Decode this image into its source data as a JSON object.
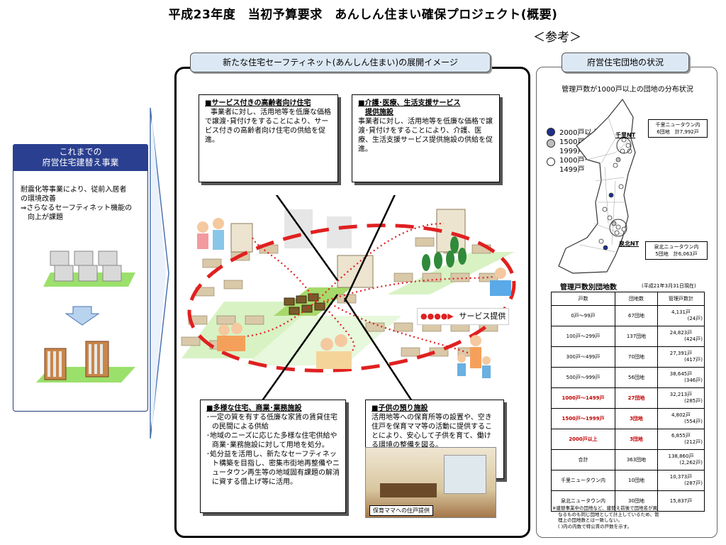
{
  "header": {
    "title": "平成23年度　当初予算要求　あんしん住まい確保プロジェクト(概要)",
    "reference": "＜参考＞"
  },
  "left_panel": {
    "title_line1": "これまでの",
    "title_line2": "府営住宅建替え事業",
    "text_line1": "耐震化等事業により、従前入居者",
    "text_line2": "の環境改善",
    "text_line3": "⇒さらなるセーフティネット機能の",
    "text_line4": "向上が課題"
  },
  "center": {
    "heading": "新たな住宅セーフティネット(あんしん住まい)の展開イメージ",
    "box1": {
      "title": "■サービス付きの高齢者向け住宅",
      "body": "事業者に対し、活用地等を低廉な価格で譲渡･貸付けをすることにより、サービス付きの高齢者向け住宅の供給を促進。"
    },
    "box2": {
      "title_line1": "■介護･医療、生活支援サービス",
      "title_line2": "提供施設",
      "body": "事業者に対し、活用地等を低廉な価格で譲渡･貸付けをすることにより、介護、医療、生活支援サービス提供施設の供給を促進。"
    },
    "box3": {
      "title": "■多様な住宅、商業･業務施設",
      "item1": "･一定の質を有する低廉な家賃の賃貸住宅の民間による供給",
      "item2": "･地域のニーズに応じた多様な住宅供給や商業･業務施設に対して用地を処分。",
      "item3": "･処分益を活用し、新たなセーフティネット構築を目指し、密集市街地再整備やニュータウン再生等の地域固有課題の解消に資する借上げ等に活用。"
    },
    "box4": {
      "title": "■子供の預り施設",
      "body": "活用地等への保育所等の設置や、空き住戸を保育ママ等の活動に提供することにより、安心して子供を育て、働ける環境の整備を図る。"
    },
    "service_legend": "サービス提供",
    "photo_caption": "保育ママへの住戸提供"
  },
  "right": {
    "heading": "府営住宅団地の状況",
    "map_title": "管理戸数が1000戸以上の団地の分布状況",
    "legend": [
      {
        "label": "2000戸以上",
        "color": "#1f2f8a"
      },
      {
        "label": "1500戸～1999戸",
        "color": "#bfbfbf"
      },
      {
        "label": "1000戸～1499戸",
        "color": "#ffffff"
      }
    ],
    "senri_label": "千里NT",
    "senboku_label": "泉北NT",
    "senri_callout_line1": "千里ニュータウン内",
    "senri_callout_line2": "6団地　計7,992戸",
    "senboku_callout_line1": "泉北ニュータウン内",
    "senboku_callout_line2": "5団地　計6,063戸",
    "table_title": "管理戸数別団地数",
    "table_date": "(平成21年3月31日現在)",
    "columns": [
      "戸数",
      "団地数",
      "管理戸数計"
    ],
    "rows": [
      {
        "range": "0戸～99戸",
        "count": "67団地",
        "total": "4,131戸",
        "sub": "(24戸)",
        "red": false
      },
      {
        "range": "100戸～299戸",
        "count": "137団地",
        "total": "24,823戸",
        "sub": "(424戸)",
        "red": false
      },
      {
        "range": "300戸～499戸",
        "count": "70団地",
        "total": "27,391戸",
        "sub": "(417戸)",
        "red": false
      },
      {
        "range": "500戸～999戸",
        "count": "56団地",
        "total": "38,645戸",
        "sub": "(346戸)",
        "red": false
      },
      {
        "range": "1000戸～1499戸",
        "count": "27団地",
        "total": "32,213戸",
        "sub": "(285戸)",
        "red": true
      },
      {
        "range": "1500戸～1999戸",
        "count": "3団地",
        "total": "4,802戸",
        "sub": "(554戸)",
        "red": true
      },
      {
        "range": "2000戸以上",
        "count": "3団地",
        "total": "6,855戸",
        "sub": "(212戸)",
        "red": true
      },
      {
        "range": "合計",
        "count": "363団地",
        "total": "138,860戸",
        "sub": "(2,262戸)",
        "red": false
      },
      {
        "range": "千里ニュータウン内",
        "count": "10団地",
        "total": "10,373戸",
        "sub": "(287戸)",
        "red": false
      },
      {
        "range": "泉北ニュータウン内",
        "count": "30団地",
        "total": "15,837戸",
        "sub": "",
        "red": false
      }
    ],
    "note_line1": "※建替事業中の団地など、建替え前後で団地名が異",
    "note_line2": "なるものも同じ団地として計上しているため、管",
    "note_line3": "理上の団地数とは一致しない。",
    "note_line4": "(  )内の内数で特公賃の戸数を示す。"
  }
}
